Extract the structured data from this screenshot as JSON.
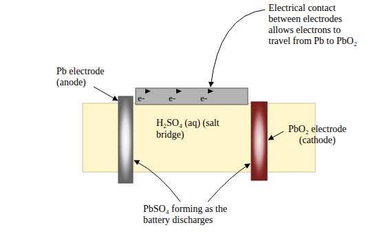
{
  "diagram": {
    "nodes": [
      {
        "text": [
          "H₂SO₄ (aq) (salt bridge)"
        ]
      },
      {
        "text": [
          "e-",
          "e-",
          "e-"
        ]
      }
    ],
    "labels": [
      "Electrical contact between electrodes allows electrons to travel from Pb to PbO₂",
      "Pb electrode (anode)",
      "PbO₂ electrode (cathode)",
      "PbSO₄ forming as the battery discharges"
    ]
  }
}
